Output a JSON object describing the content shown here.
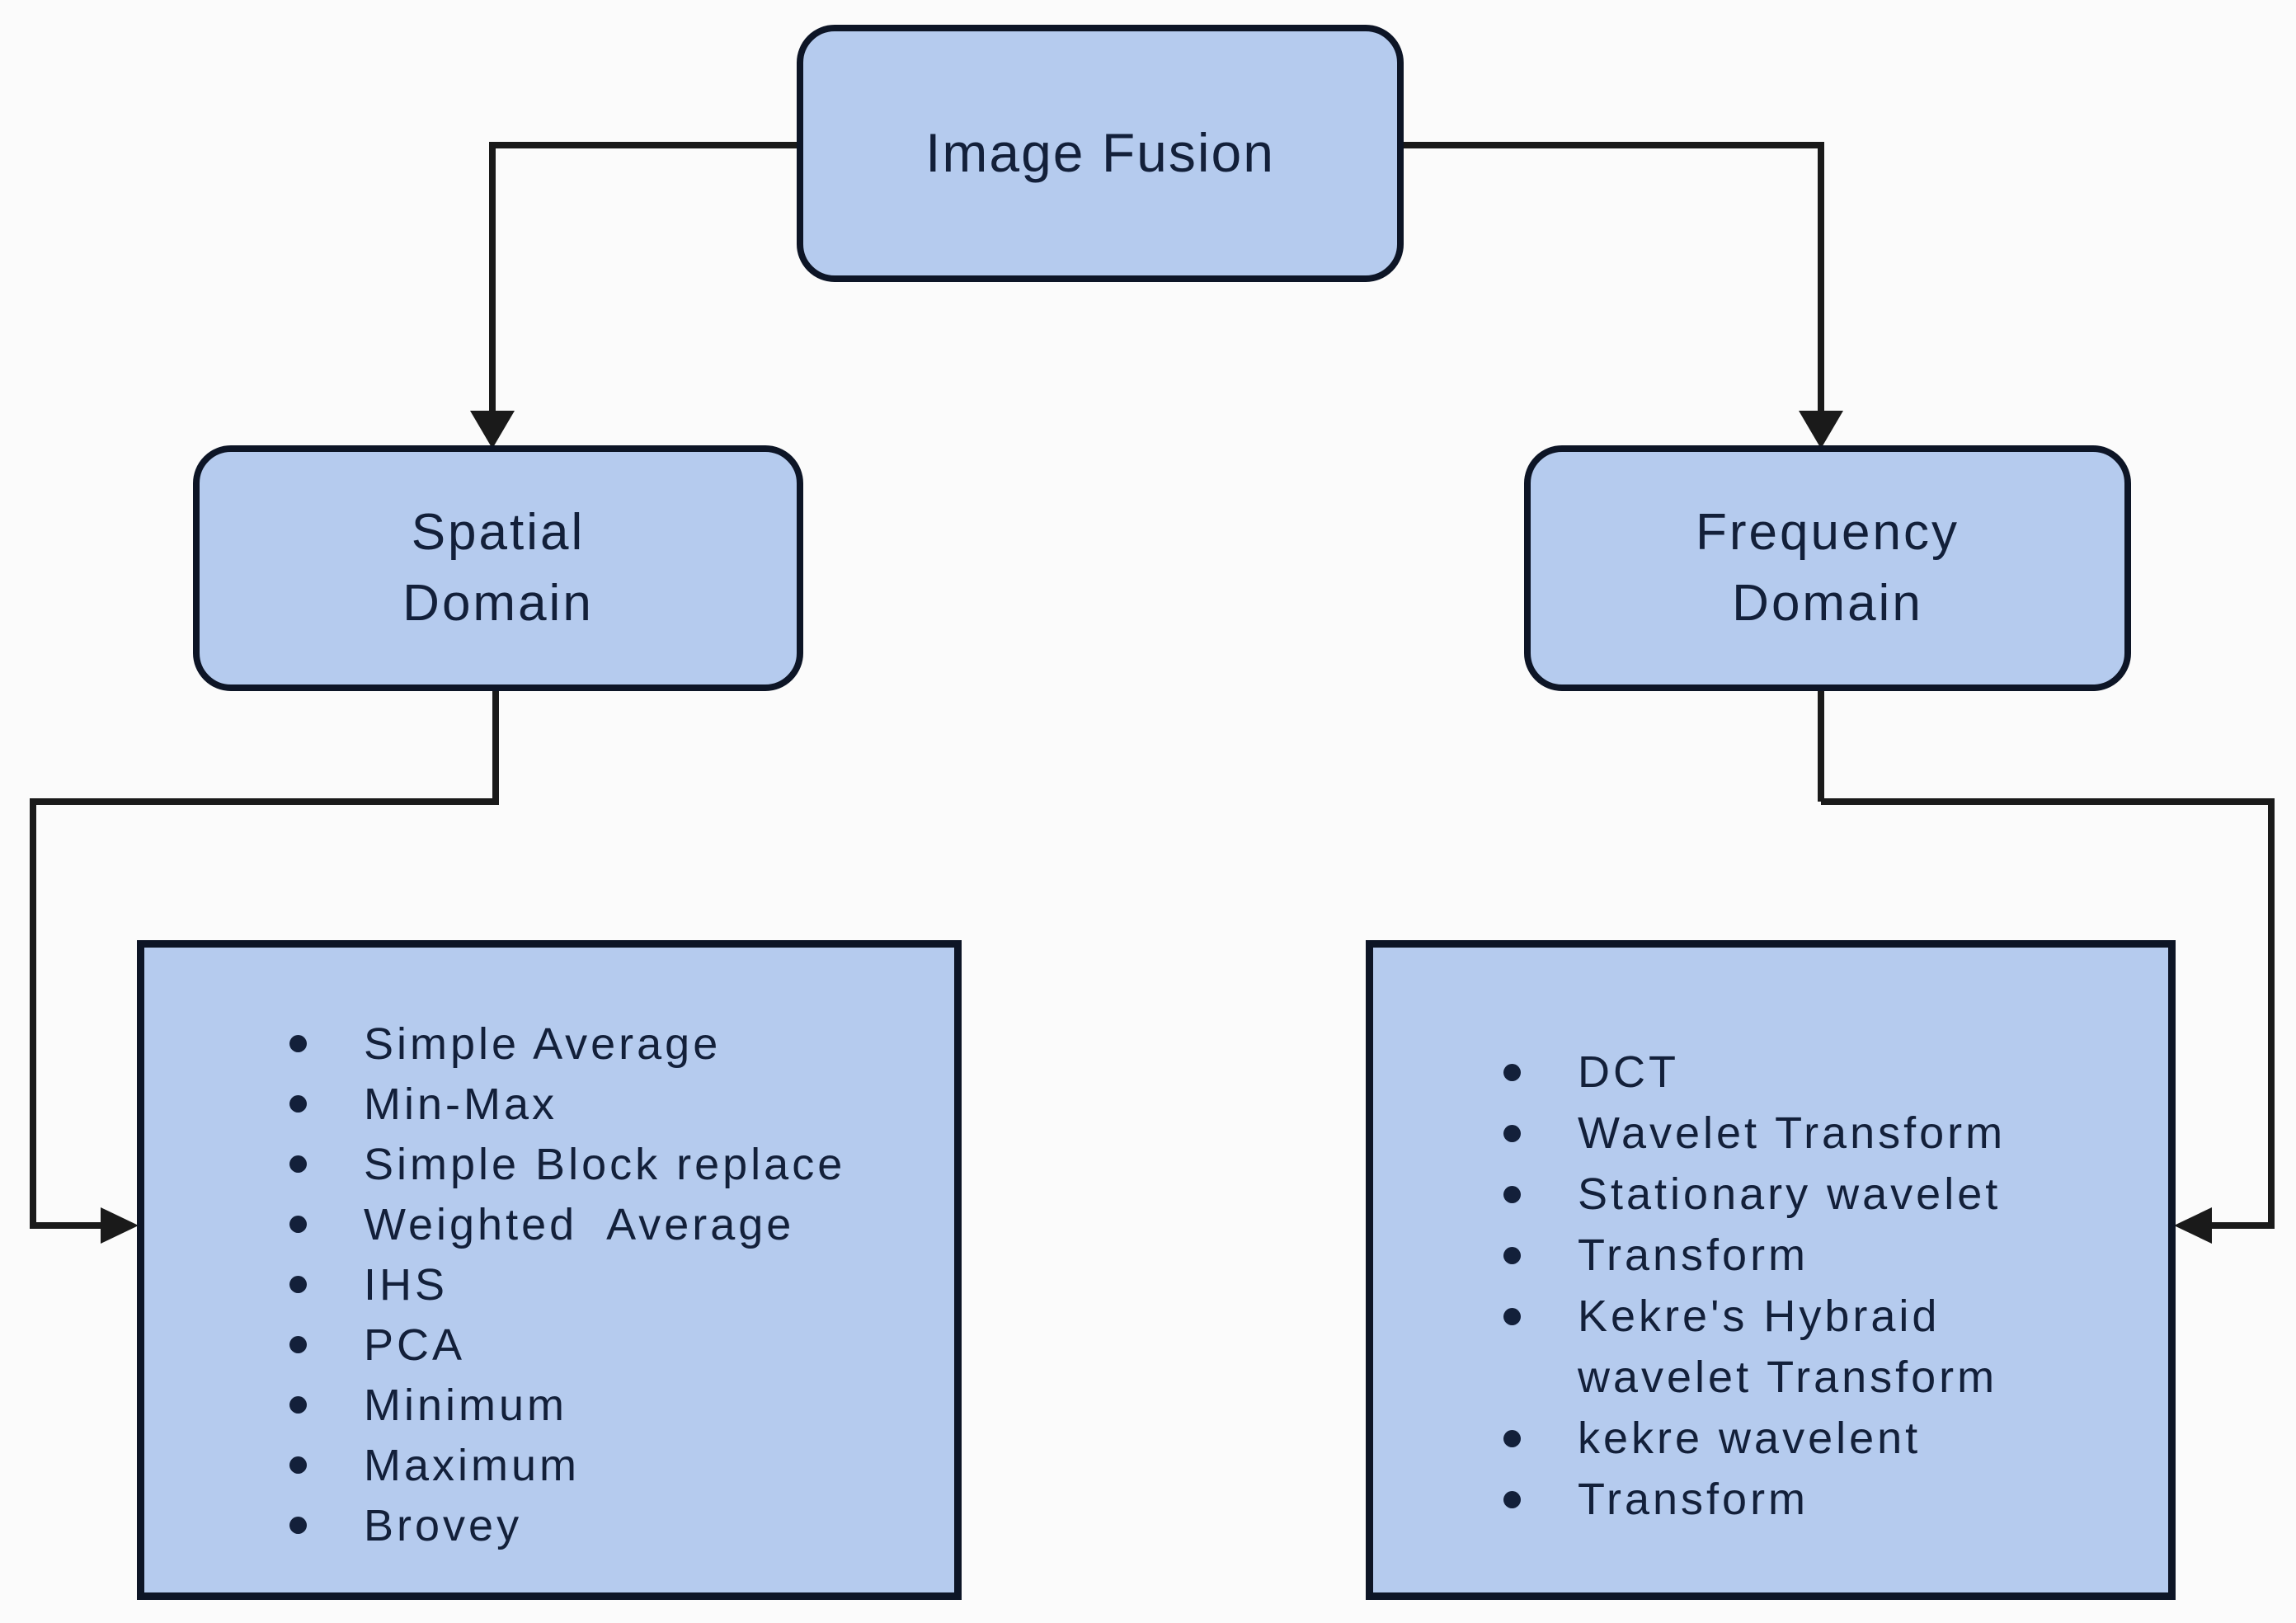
{
  "colors": {
    "background": "#fbfbfb",
    "node_fill": "#b5cbee",
    "node_border": "#0d1526",
    "line": "#1a1a1a",
    "text": "#13203a"
  },
  "nodes": {
    "root": {
      "label": "Image Fusion"
    },
    "spatial": {
      "label": "Spatial\nDomain"
    },
    "frequency": {
      "label": "Frequency\nDomain"
    }
  },
  "spatial_methods": [
    {
      "text": "Simple Average",
      "bullet": true
    },
    {
      "text": "Min-Max",
      "bullet": true
    },
    {
      "text": "Simple Block replace",
      "bullet": true
    },
    {
      "text": "Weighted  Average",
      "bullet": true
    },
    {
      "text": "IHS",
      "bullet": true
    },
    {
      "text": "PCA",
      "bullet": true
    },
    {
      "text": "Minimum",
      "bullet": true
    },
    {
      "text": "Maximum",
      "bullet": true
    },
    {
      "text": "Brovey",
      "bullet": true
    }
  ],
  "frequency_methods": [
    {
      "text": "DCT",
      "bullet": true
    },
    {
      "text": "Wavelet Transform",
      "bullet": true
    },
    {
      "text": "Stationary wavelet",
      "bullet": true
    },
    {
      "text": "Transform",
      "bullet": true
    },
    {
      "text": "Kekre's Hybraid",
      "bullet": true
    },
    {
      "text": "wavelet Transform",
      "bullet": false
    },
    {
      "text": "kekre wavelent",
      "bullet": true
    },
    {
      "text": "Transform",
      "bullet": true
    }
  ]
}
